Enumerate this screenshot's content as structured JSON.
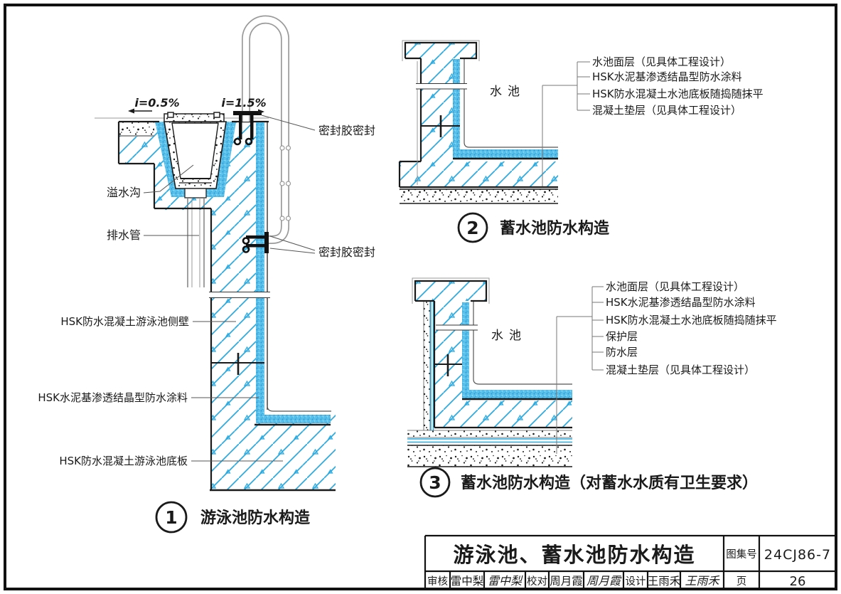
{
  "sheet": {
    "title": "游泳池、蓄水池防水构造",
    "atlas_label": "图集号",
    "atlas_number": "24CJ86-7",
    "page_label": "页",
    "page_number": "26",
    "reviewer_label": "审核",
    "reviewer_name": "雷中梨",
    "reviewer_signature": "雷中梨",
    "checker_label": "校对",
    "checker_name": "周月霞",
    "checker_signature": "周月霞",
    "designer_label": "设计",
    "designer_name": "王雨禾",
    "designer_signature": "王雨禾"
  },
  "detail1": {
    "number": "1",
    "caption": "游泳池防水构造",
    "slope_left": "i=0.5%",
    "slope_right": "i=1.5%",
    "label_sealant_top": "密封胶密封",
    "label_sealant_bottom": "密封胶密封",
    "label_overflow_gutter": "溢水沟",
    "label_drain_pipe": "排水管",
    "label_side_wall": "HSK防水混凝土游泳池侧壁",
    "label_coating": "HSK水泥基渗透结晶型防水涂料",
    "label_bottom_slab": "HSK防水混凝土游泳池底板"
  },
  "detail2": {
    "number": "2",
    "caption": "蓄水池防水构造",
    "pool_label": "水池",
    "layers": [
      "水池面层（见具体工程设计）",
      "HSK水泥基渗透结晶型防水涂料",
      "HSK防水混凝土水池底板随捣随抹平",
      "混凝土垫层（见具体工程设计）"
    ]
  },
  "detail3": {
    "number": "3",
    "caption": "蓄水池防水构造（对蓄水水质有卫生要求）",
    "pool_label": "水池",
    "layers": [
      "水池面层（见具体工程设计）",
      "HSK水泥基渗透结晶型防水涂料",
      "HSK防水混凝土水池底板随捣随抹平",
      "保护层",
      "防水层",
      "混凝土垫层（见具体工程设计）"
    ]
  },
  "colors": {
    "hatch_blue": "#29abe2",
    "band_blue": "#58c0ea",
    "line_black": "#1a1a1a"
  }
}
